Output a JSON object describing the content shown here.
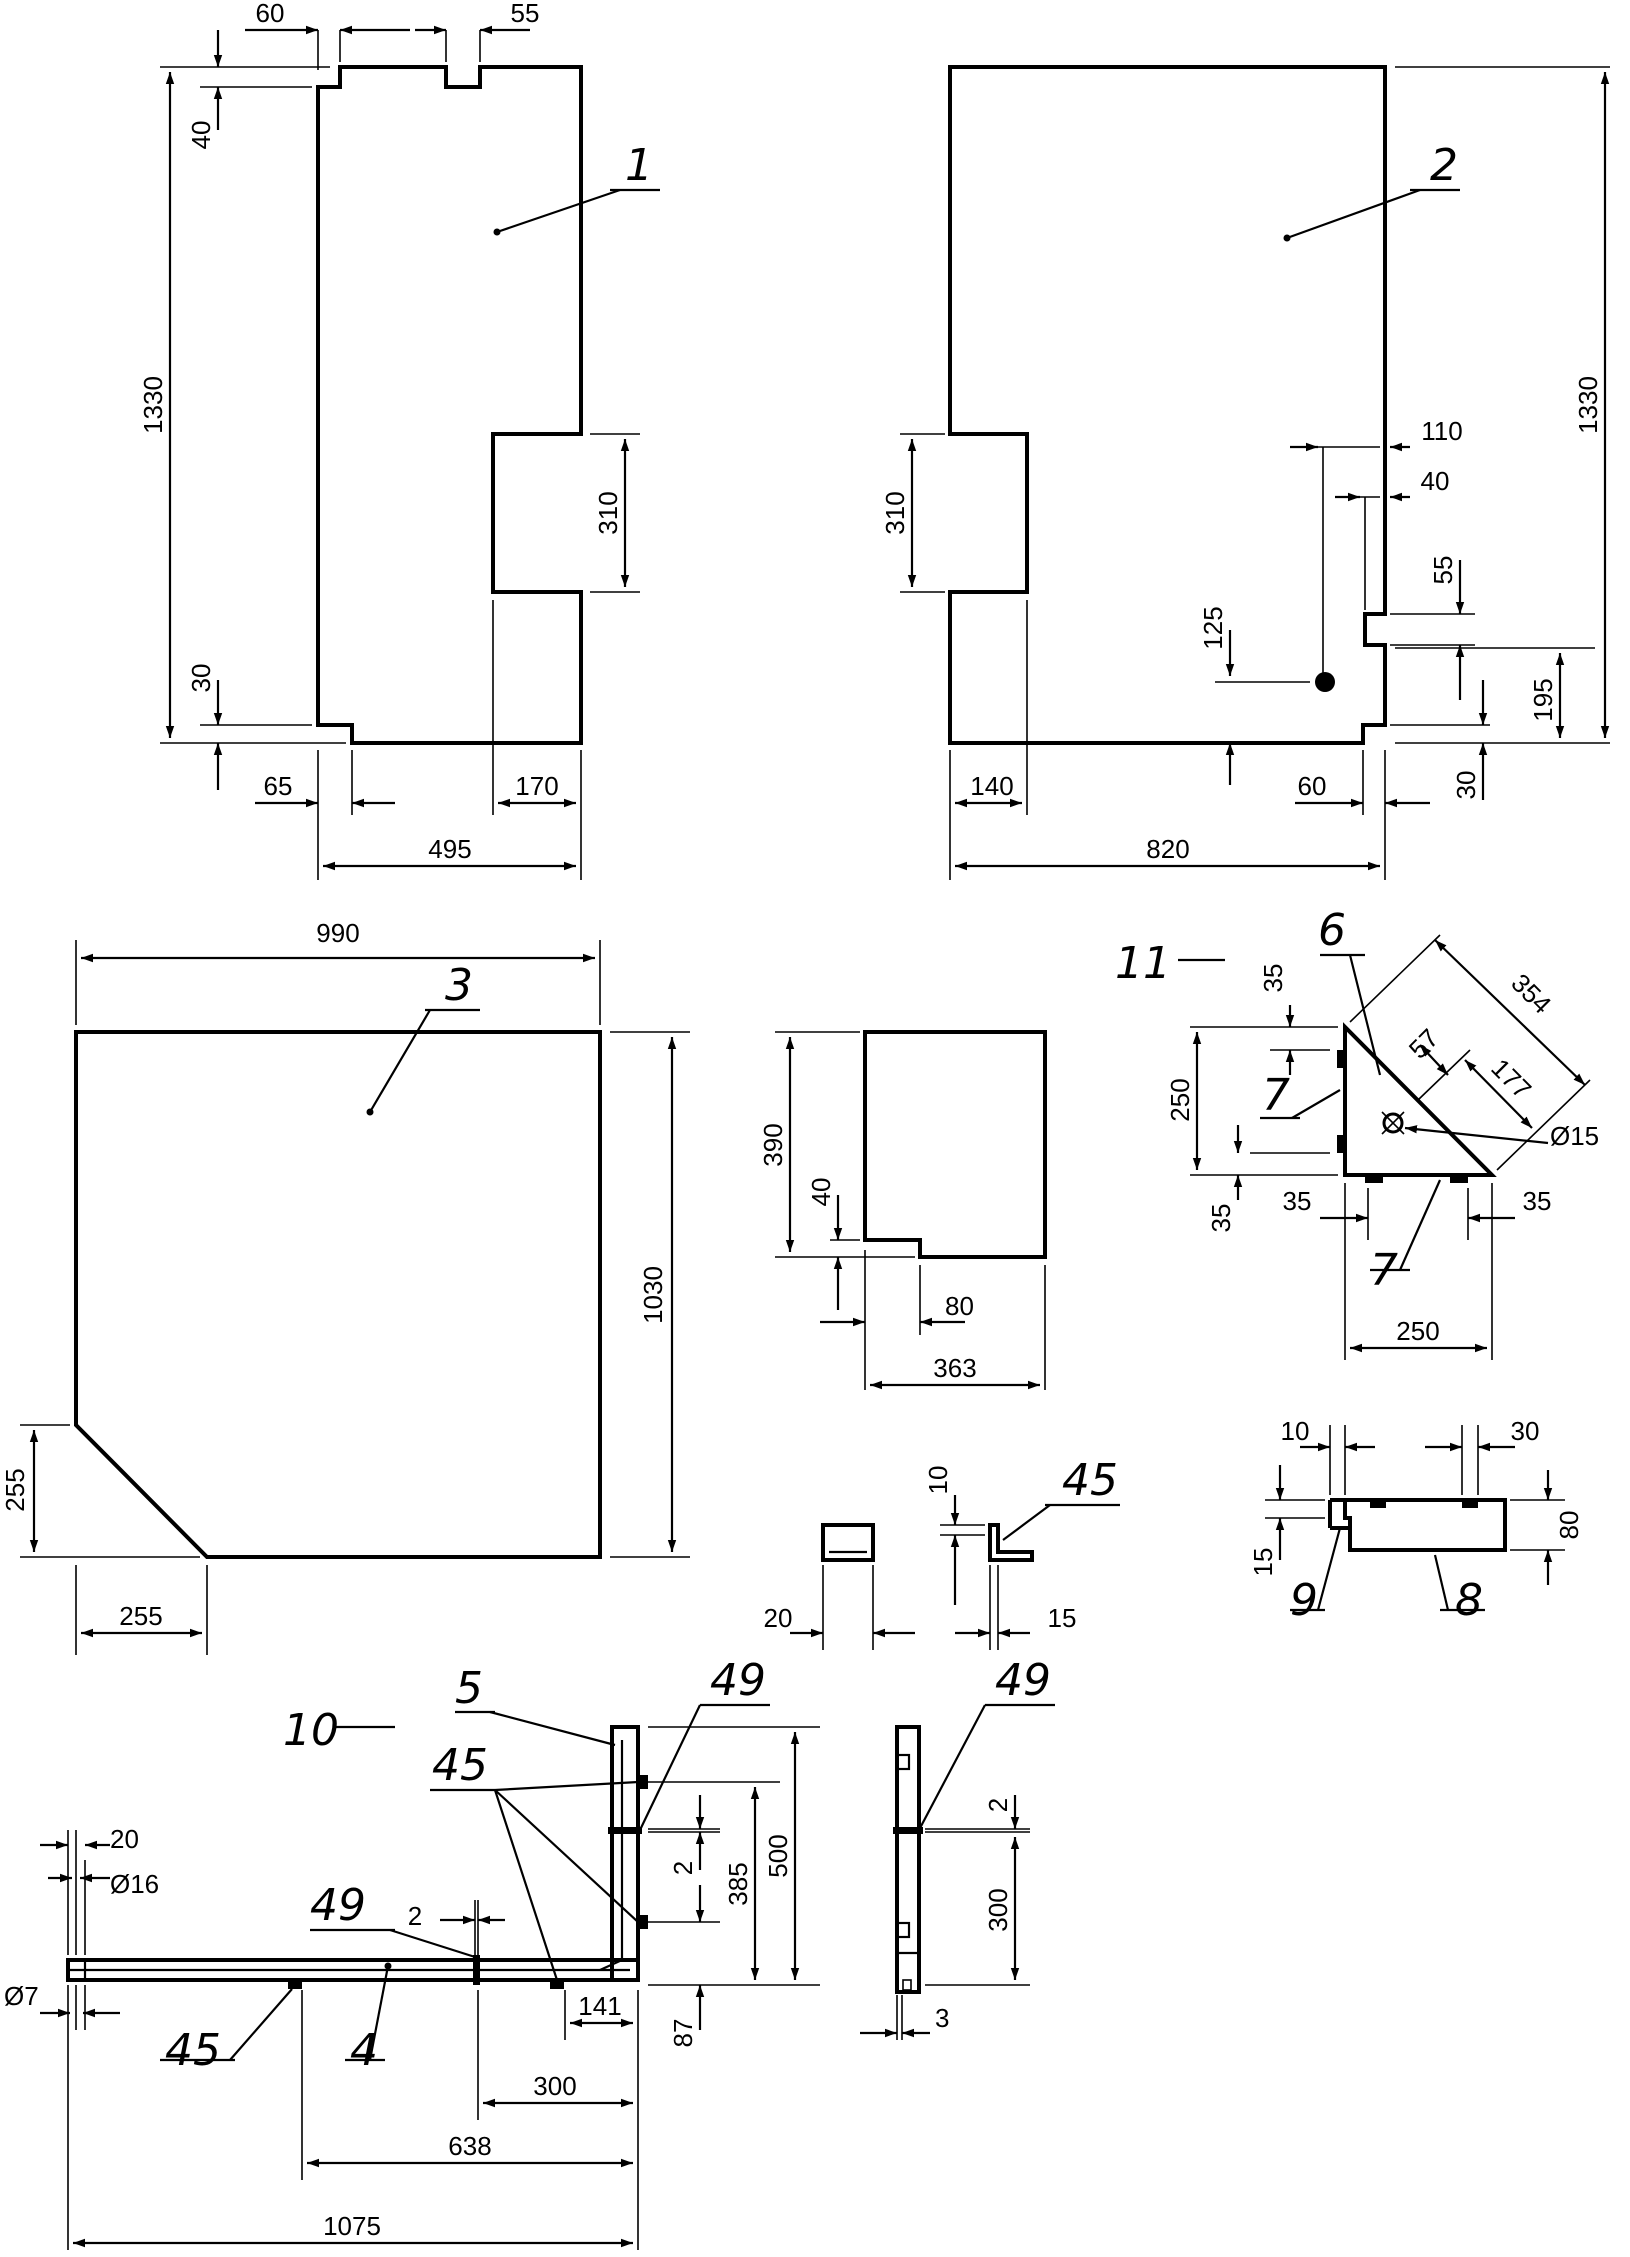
{
  "colors": {
    "ink": "#000000",
    "paper": "#ffffff"
  },
  "part_labels": {
    "p1": "1",
    "p2": "2",
    "p3": "3",
    "p4": "4",
    "p5": "5",
    "p6": "6",
    "p7a": "7",
    "p7b": "7",
    "p8": "8",
    "p9": "9",
    "p10": "10",
    "p11": "11",
    "p45a": "45",
    "p45b": "45",
    "p45c": "45",
    "p49a": "49",
    "p49b": "49",
    "p49c": "49"
  },
  "dims": {
    "p1_top_left": "60",
    "p1_top_notch": "55",
    "p1_top_h": "40",
    "p1_height": "1330",
    "p1_cut": "310",
    "p1_bottom_h": "30",
    "p1_bottom_left": "65",
    "p1_bottom_right": "170",
    "p1_width": "495",
    "p2_height": "1330",
    "p2_cut": "310",
    "p2_d110": "110",
    "p2_d40": "40",
    "p2_d55": "55",
    "p2_d125": "125",
    "p2_d195": "195",
    "p2_d30": "30",
    "p2_d140": "140",
    "p2_d60": "60",
    "p2_width": "820",
    "p3_width": "990",
    "p3_height": "1030",
    "p3_chamfer_h": "255",
    "p3_chamfer_w": "255",
    "s_height": "390",
    "s_step": "40",
    "s_80": "80",
    "s_width": "363",
    "p11_35a": "35",
    "p11_250h": "250",
    "p11_35b": "35",
    "p11_57": "57",
    "p11_354": "354",
    "p11_177": "177",
    "p11_d15": "Ø15",
    "p11_35c": "35",
    "p11_35d": "35",
    "p11_250w": "250",
    "p8_10": "10",
    "p8_30": "30",
    "p8_15": "15",
    "p8_80": "80",
    "c20": "20",
    "c10": "10",
    "c15": "15",
    "a_20": "20",
    "a_d16": "Ø16",
    "a_d7": "Ø7",
    "a_2a": "2",
    "a_2b": "2",
    "a_385": "385",
    "a_500": "500",
    "a_87": "87",
    "a_141": "141",
    "a_300": "300",
    "a_638": "638",
    "a_1075": "1075",
    "b_2": "2",
    "b_300": "300",
    "b_3": "3"
  }
}
